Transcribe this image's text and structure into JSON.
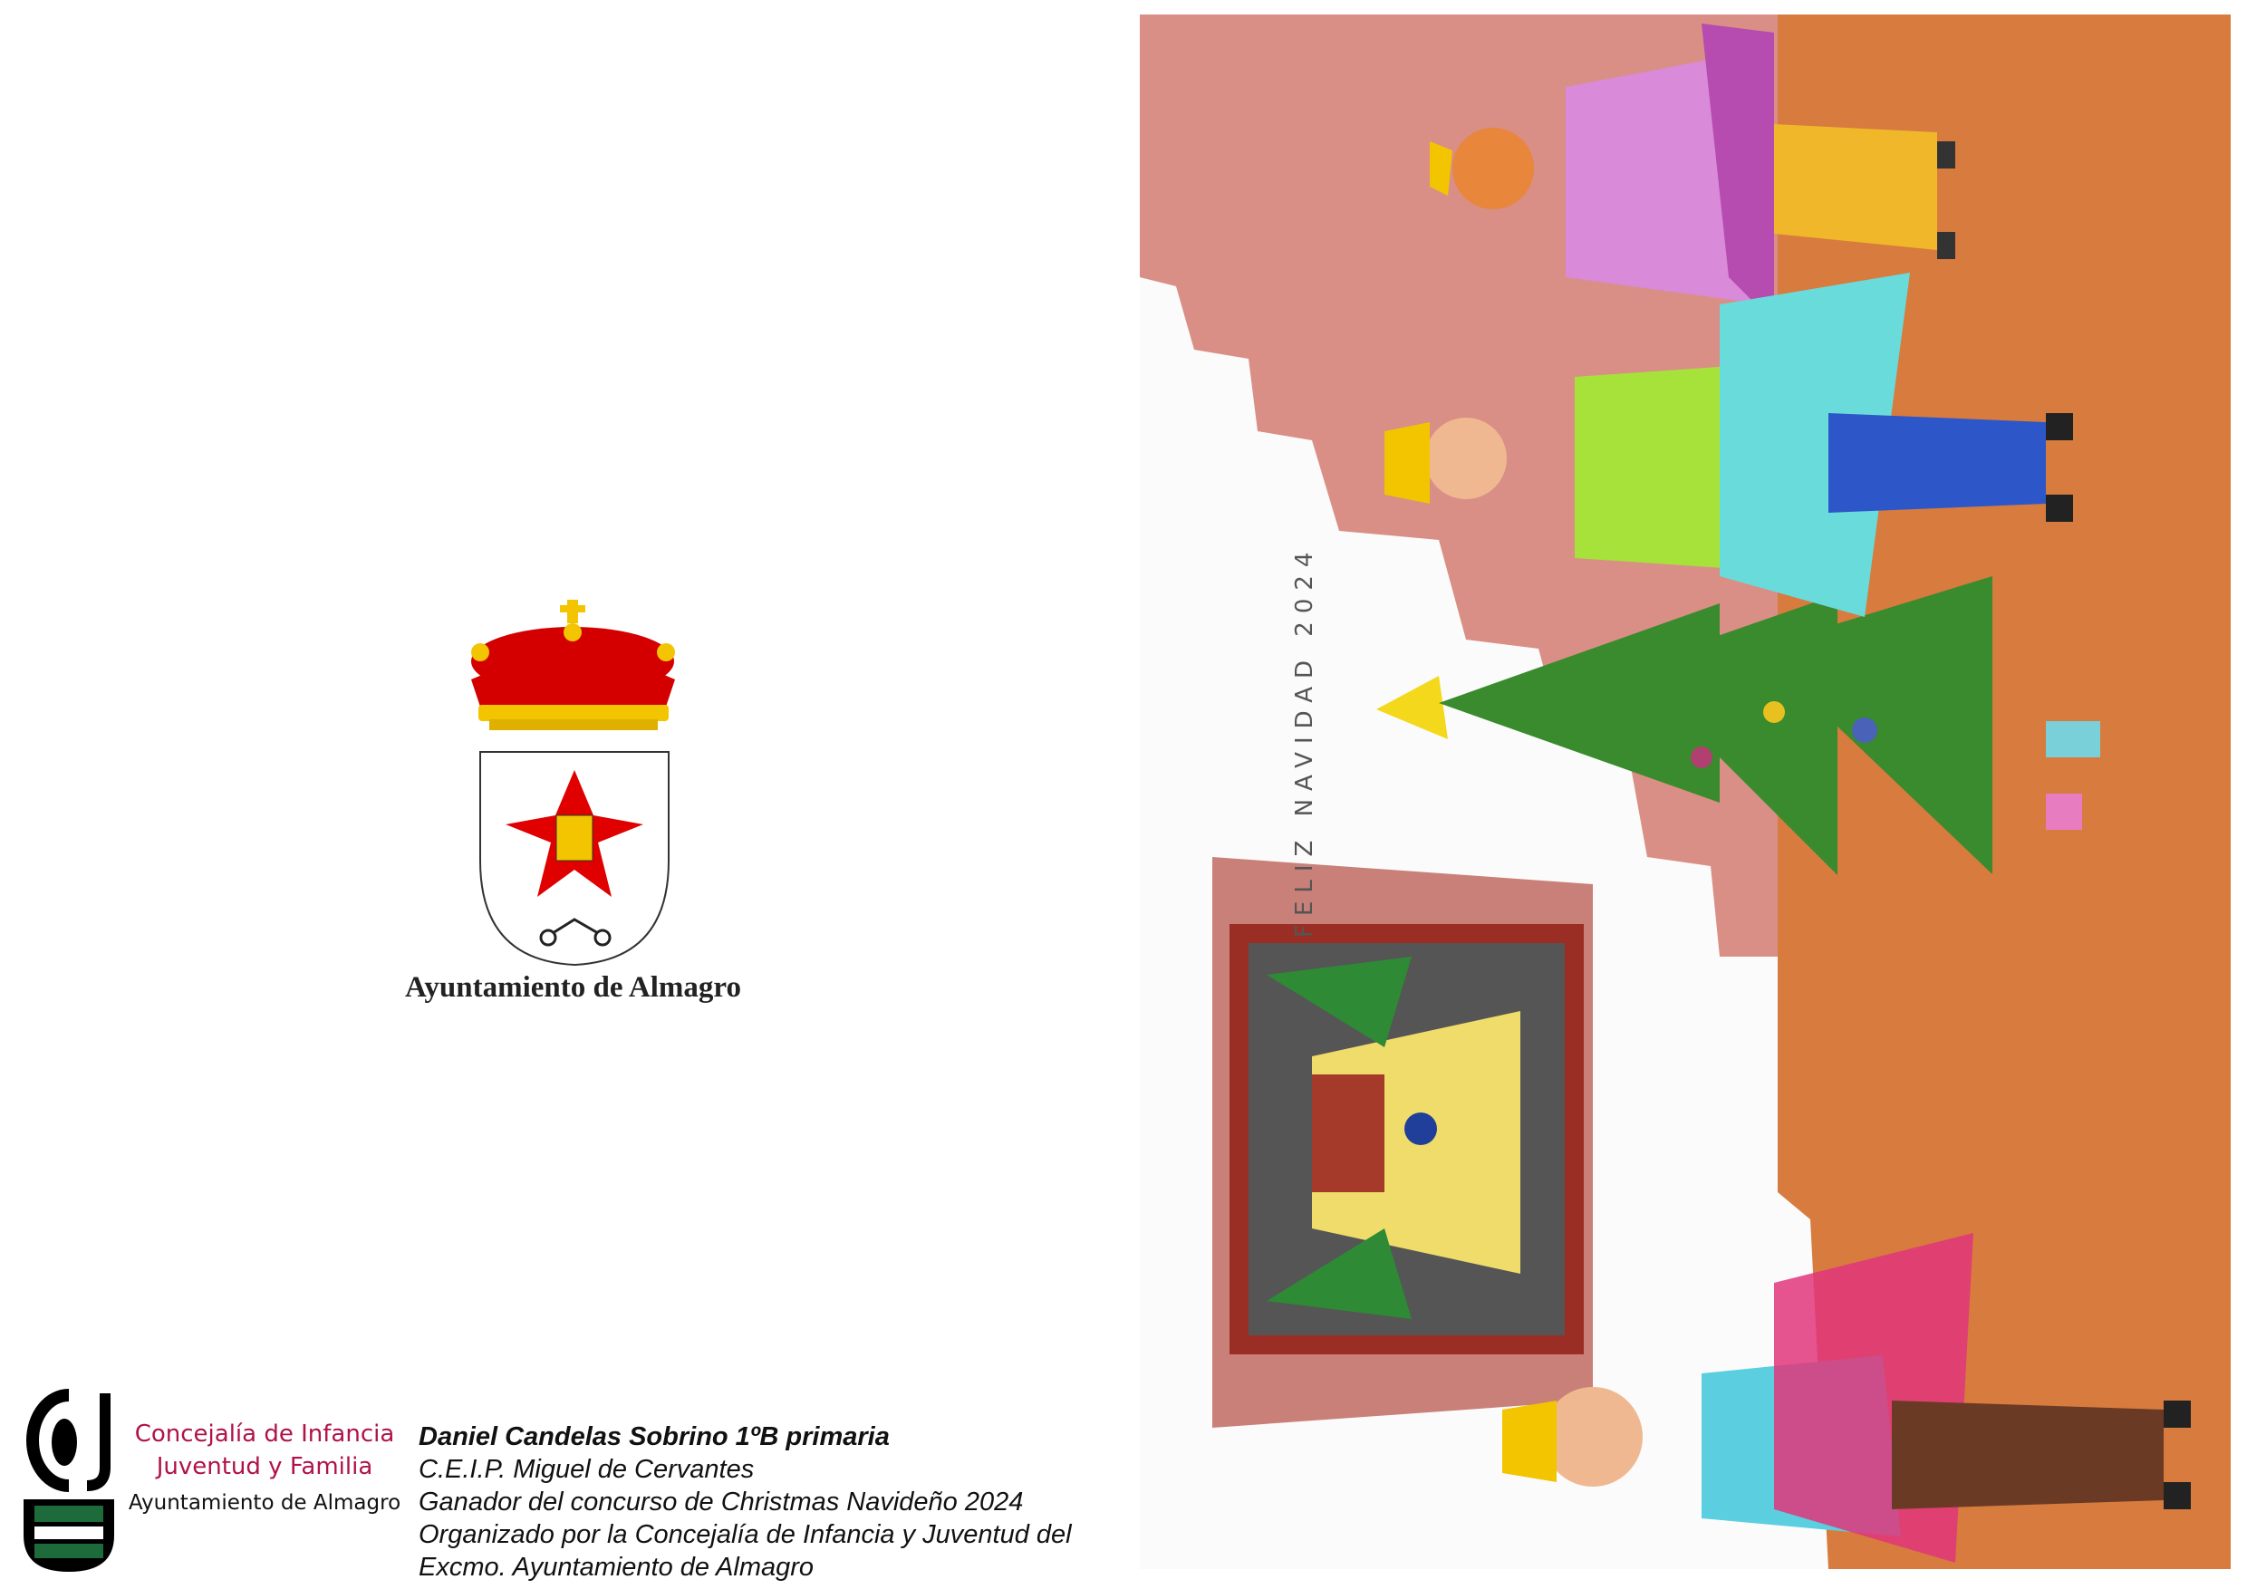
{
  "left_page": {
    "coat_of_arms_caption": "Ayuntamiento de Almagro"
  },
  "logo": {
    "line1": "Concejalía de Infancia",
    "line2": "Juventud y Familia",
    "line3": "Ayuntamiento de Almagro",
    "brand_color": "#b0124a"
  },
  "credits": {
    "author": "Daniel Candelas Sobrino 1ºB primaria",
    "school": "C.E.I.P. Miguel de Cervantes",
    "award": "Ganador del concurso de Christmas Navideño 2024",
    "organizer_line1": "Organizado por la Concejalía de Infancia y Juventud del",
    "organizer_line2": "Excmo. Ayuntamiento de Almagro"
  },
  "drawing": {
    "greeting": "FELIZ NAVIDAD 2024"
  }
}
